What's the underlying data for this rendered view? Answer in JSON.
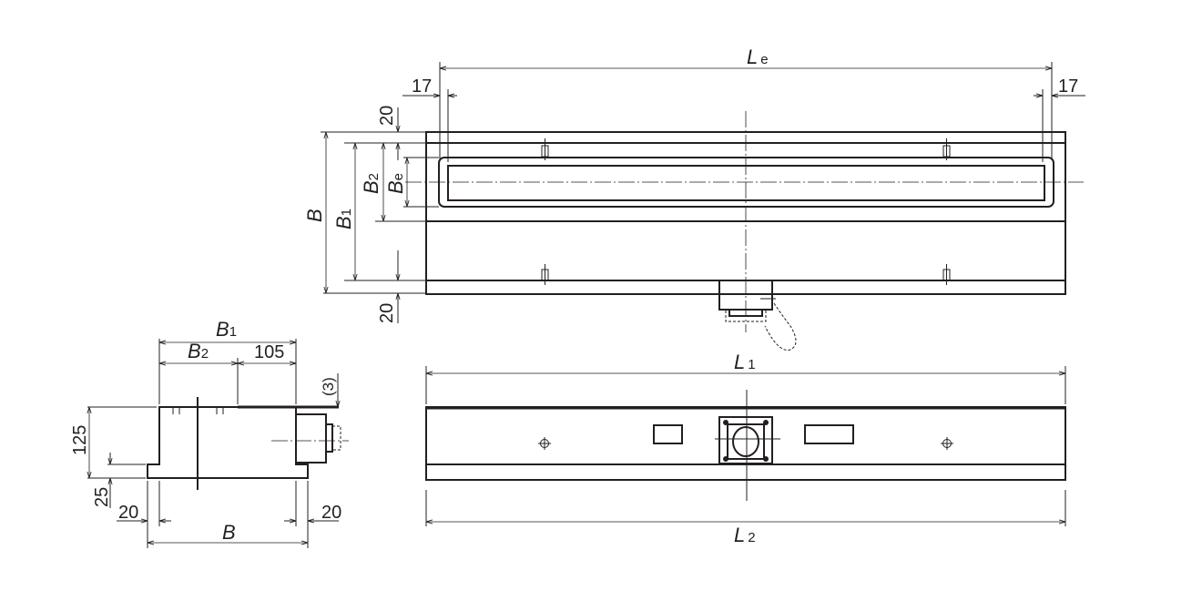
{
  "top_view": {
    "length_effective": {
      "main": "L",
      "sub": "e"
    },
    "margin_left": "17",
    "margin_right": "17",
    "margin_top": "20",
    "margin_bottom": "20",
    "width_total": {
      "main": "B"
    },
    "width_1": {
      "main": "B",
      "sub": "1"
    },
    "width_2": {
      "main": "B",
      "sub": "2"
    },
    "width_effective": {
      "main": "B",
      "sub": "e"
    }
  },
  "front_view": {
    "length_1": {
      "main": "L",
      "sub": "1"
    },
    "length_2": {
      "main": "L",
      "sub": "2"
    }
  },
  "side_view": {
    "width_1": {
      "main": "B",
      "sub": "1"
    },
    "width_2": {
      "main": "B",
      "sub": "2"
    },
    "offset": "105",
    "clearance": "(3)",
    "height": "125",
    "step_height": "25",
    "flange_left": "20",
    "flange_right": "20",
    "width_total": {
      "main": "B"
    }
  },
  "colors": {
    "line": "#231f20",
    "background": "#ffffff"
  }
}
